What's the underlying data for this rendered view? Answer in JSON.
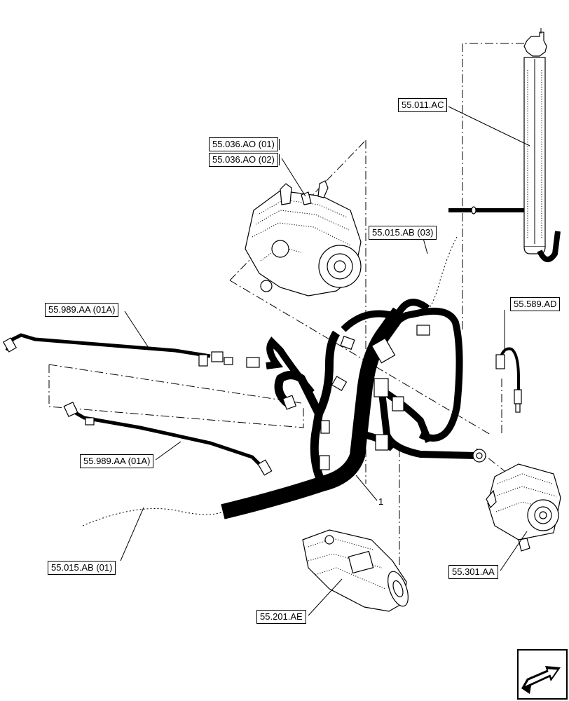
{
  "callouts": {
    "c_55_011_ac": "55.011.AC",
    "c_55_036_ao_01": "55.036.AO (01)",
    "c_55_036_ao_02": "55.036.AO (02)",
    "c_55_015_ab_03": "55.015.AB (03)",
    "c_55_989_aa_top": "55.989.AA (01A)",
    "c_55_589_ad": "55.589.AD",
    "c_55_989_aa_mid": "55.989.AA (01A)",
    "c_55_015_ab_01": "55.015.AB (01)",
    "c_55_301_aa": "55.301.AA",
    "c_55_201_ae": "55.201.AE"
  },
  "item_number": "1",
  "icons": {
    "nav": "arrow-navigation-icon",
    "fuel_sender": "fuel-level-sender",
    "pump": "injection-pump",
    "alternator": "alternator",
    "starter": "starter-motor",
    "sensor": "temperature-sensor"
  }
}
